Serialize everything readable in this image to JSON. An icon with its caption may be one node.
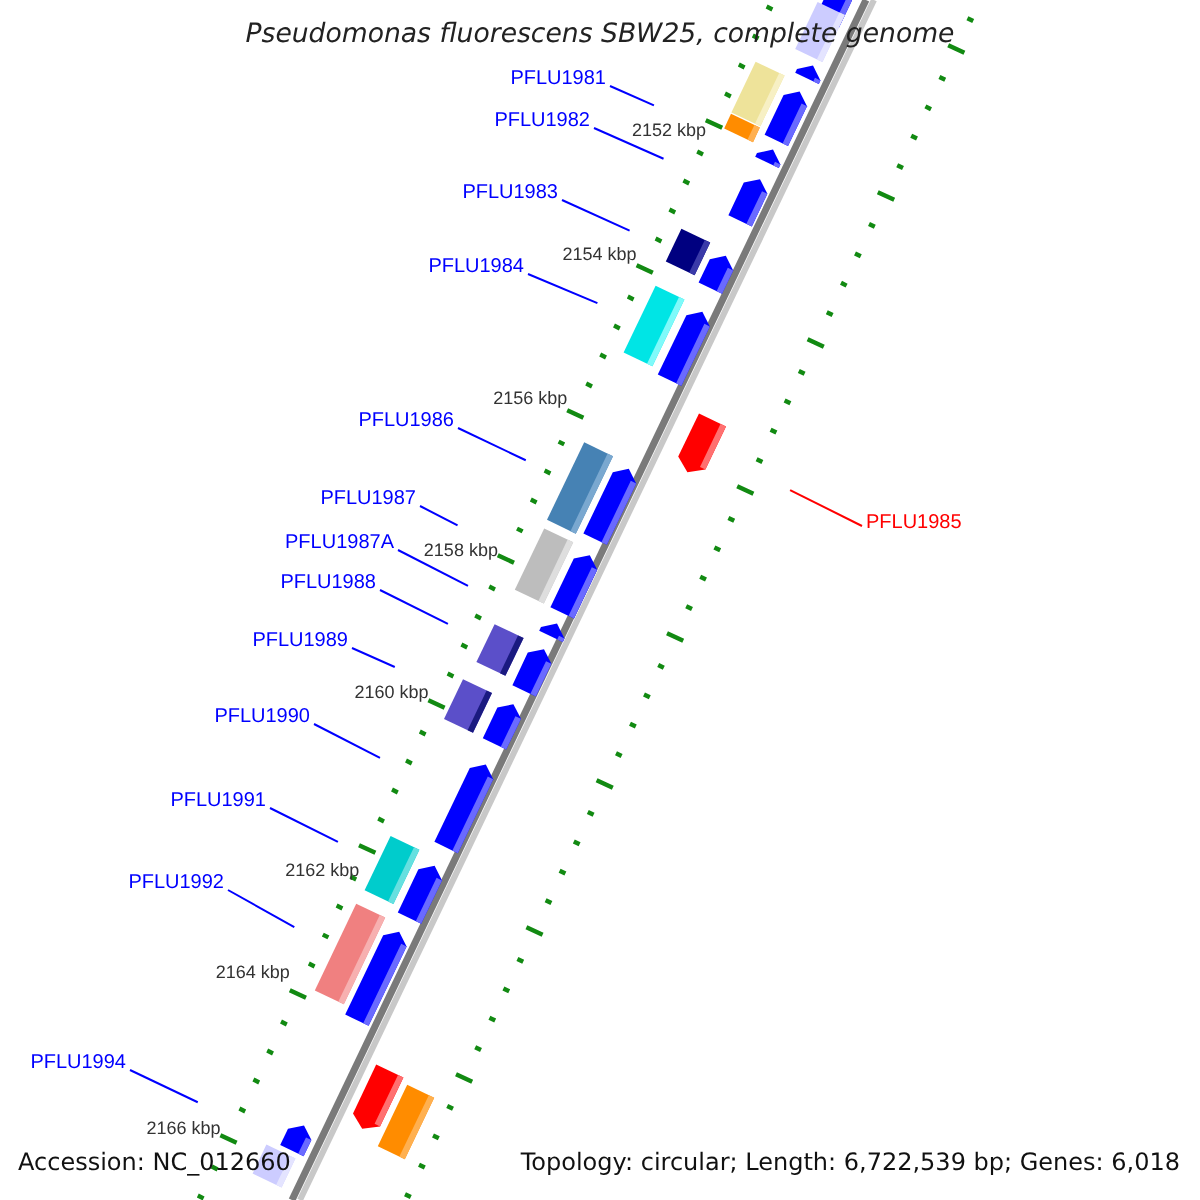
{
  "diagram": {
    "title": "Pseudomonas fluorescens SBW25, complete genome",
    "nodes": [
      {
        "text": [
          "PFLU1981"
        ]
      },
      {
        "text": [
          "PFLU1982"
        ]
      },
      {
        "text": [
          "PFLU1983"
        ]
      },
      {
        "text": [
          "PFLU1984"
        ]
      },
      {
        "text": [
          "PFLU1985"
        ]
      },
      {
        "text": [
          "PFLU1986"
        ]
      },
      {
        "text": [
          "PFLU1987"
        ]
      },
      {
        "text": [
          "PFLU1987A"
        ]
      },
      {
        "text": [
          "PFLU1988"
        ]
      },
      {
        "text": [
          "PFLU1989"
        ]
      },
      {
        "text": [
          "PFLU1990"
        ]
      },
      {
        "text": [
          "PFLU1991"
        ]
      },
      {
        "text": [
          "PFLU1992"
        ]
      },
      {
        "text": [
          "PFLU1994"
        ]
      }
    ],
    "edges": [
      {
        "from": 0,
        "to": null,
        "arrow": "none"
      },
      {
        "from": 1,
        "to": null,
        "arrow": "none"
      },
      {
        "from": 2,
        "to": null,
        "arrow": "none"
      },
      {
        "from": 3,
        "to": null,
        "arrow": "none"
      },
      {
        "from": 4,
        "to": null,
        "arrow": "none",
        "color": "#ff0000"
      },
      {
        "from": 5,
        "to": null,
        "arrow": "none"
      },
      {
        "from": 6,
        "to": null,
        "arrow": "none"
      },
      {
        "from": 7,
        "to": null,
        "arrow": "none"
      },
      {
        "from": 8,
        "to": null,
        "arrow": "none"
      },
      {
        "from": 9,
        "to": null,
        "arrow": "none"
      },
      {
        "from": 10,
        "to": null,
        "arrow": "none"
      },
      {
        "from": 11,
        "to": null,
        "arrow": "none"
      },
      {
        "from": 12,
        "to": null,
        "arrow": "none"
      },
      {
        "from": 13,
        "to": null,
        "arrow": "none"
      }
    ],
    "labels": [
      "2152 kbp",
      "2154 kbp",
      "2156 kbp",
      "2158 kbp",
      "2160 kbp",
      "2162 kbp",
      "2164 kbp",
      "2166 kbp",
      "Accession: NC_012660",
      "Topology: circular; Length: 6,722,539 bp; Genes: 6,018"
    ]
  }
}
